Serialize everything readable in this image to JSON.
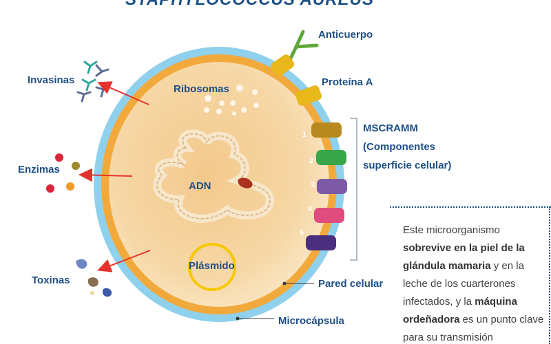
{
  "title": "STAPHYLOCOCCUS AUREUS",
  "labels": {
    "anticuerpo": "Anticuerpo",
    "proteina_a": "Proteína A",
    "mscramm_1": "MSCRAMM",
    "mscramm_2": "(Componentes",
    "mscramm_3": "superficie celular)",
    "invasinas": "Invasinas",
    "ribosomas": "Ribosomas",
    "enzimas": "Enzimas",
    "adn": "ADN",
    "toxinas": "Toxinas",
    "plasmido": "Plásmido",
    "pared_celular": "Pared celular",
    "microcapsula": "Microcápsula"
  },
  "mscramm_numbers": [
    "1",
    "2",
    "3",
    "4",
    "5"
  ],
  "info": {
    "p1": "Este microorganismo ",
    "b1": "sobrevive en la piel de la glándula mamaria",
    "p2": " y en la leche de los cuarterones infectados, y la ",
    "b2": "máquina ordeñadora",
    "p3": " es un punto clave para su transmisión"
  },
  "colors": {
    "title": "#1d4f86",
    "label": "#1d4f86",
    "capsule": "#8fd0ec",
    "wall": "#f2a93b",
    "cytoplasm": "#f8dcae",
    "arrow": "#e5322d",
    "plasmid": "#f6c800"
  }
}
